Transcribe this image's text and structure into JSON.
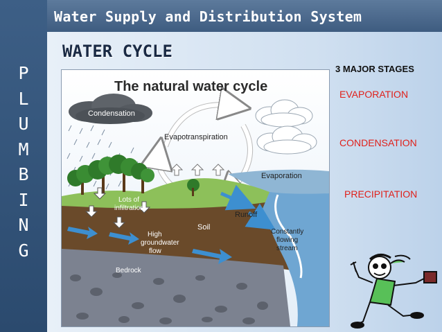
{
  "header": {
    "title": "Water Supply and Distribution System"
  },
  "sidebar": {
    "letters": [
      "P",
      "L",
      "U",
      "M",
      "B",
      "I",
      "N",
      "G"
    ]
  },
  "section": {
    "title": "WATER CYCLE"
  },
  "diagram": {
    "title": "The natural water cycle",
    "labels": {
      "condensation": "Condensation",
      "evapotranspiration": "Evapotranspiration",
      "evaporation": "Evaporation",
      "infiltration_1": "Lots of",
      "infiltration_2": "infiltration",
      "runoff": "Runoff",
      "soil": "Soil",
      "groundwater_1": "High",
      "groundwater_2": "groundwater",
      "groundwater_3": "flow",
      "stream_1": "Constantly",
      "stream_2": "flowing",
      "stream_3": "stream",
      "bedrock": "Bedrock"
    }
  },
  "stages": {
    "heading": "3 MAJOR STAGES",
    "items": [
      "EVAPORATION",
      "CONDENSATION",
      "PRECIPITATION"
    ]
  },
  "colors": {
    "sidebar": "#2b4a6e",
    "header": "#4a6a90",
    "stage_text": "#e0201a"
  }
}
